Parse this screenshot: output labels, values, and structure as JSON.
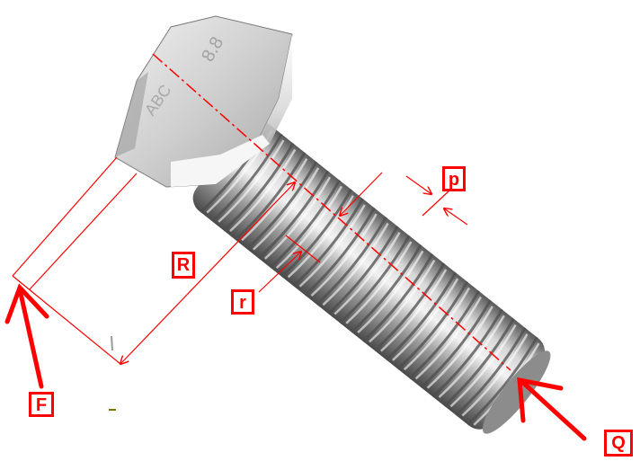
{
  "labels": {
    "pitch": "p",
    "major_radius": "R",
    "minor_radius": "r",
    "force": "F",
    "reaction": "Q"
  },
  "colors": {
    "annotation": "#ff0000",
    "steel_light": "#e6e6e6",
    "steel_mid": "#b8b8b8",
    "steel_dark": "#6e6e6e",
    "background": "#ffffff"
  }
}
